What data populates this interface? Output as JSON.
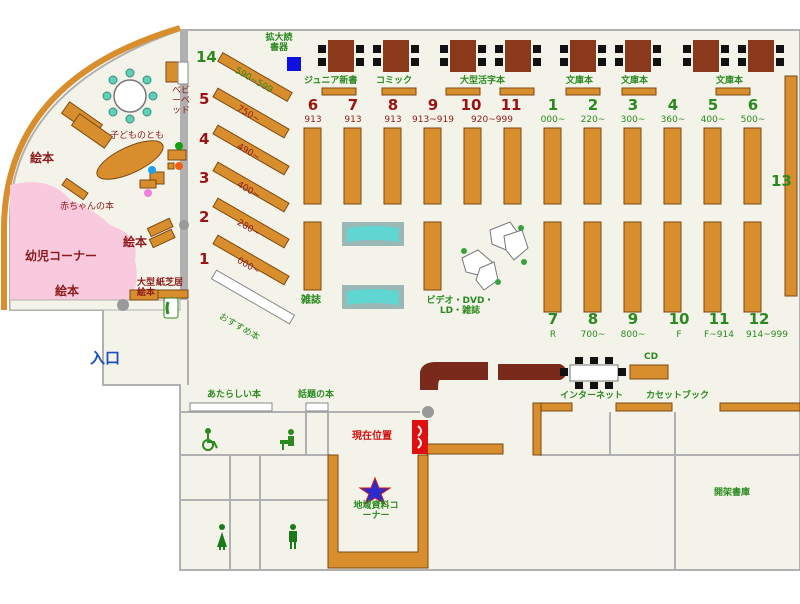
{
  "colors": {
    "floor": "#f4f3e9",
    "wall": "#b0b0b0",
    "shelf": "#d98e2e",
    "shelf_border": "#7a4a12",
    "kids_area": "#f9c9dd",
    "green_text": "#2a8a20",
    "red_text": "#8b1a1a",
    "blue_text": "#1a4fc0",
    "table_brown": "#8a3a1a",
    "water": "#5fd6d2",
    "current_pos": "#e01010",
    "star": "#2b2bd0"
  },
  "icons": {
    "wheelchair": "wheelchair-icon",
    "baby_care": "baby-care-icon",
    "phone": "phone-icon",
    "women": "women-toilet-icon",
    "men": "men-toilet-icon",
    "star": "star-icon",
    "enlarge": "enlarge-reader-icon"
  },
  "labels": {
    "entrance": "入口",
    "picture_books": "絵本",
    "picture_books_2": "絵本",
    "picture_books_3": "絵本",
    "toddler_corner": "幼児コーナー",
    "baby_books": "赤ちゃんの本",
    "children_table": "子どものとも",
    "baby_bed": "ベビーベッド",
    "large_picture_books": "大型絵本",
    "kamishibai": "紙芝居",
    "recommended": "おすすめ本",
    "magazines": "雑誌",
    "video": "ビデオ・DVD・LD・雑誌",
    "magnifier": "拡大読書器",
    "junior": "ジュニア新書",
    "comic": "コミック",
    "large_print": "大型活字本",
    "paperback_1": "文庫本",
    "paperback_2": "文庫本",
    "paperback_3": "文庫本",
    "cd": "CD",
    "internet": "インターネット",
    "cassette": "カセットブック",
    "new_books": "あたらしい本",
    "topic_books": "話題の本",
    "current_position": "現在位置",
    "local_materials": "地域資料コーナー",
    "open_stacks": "開架書庫"
  },
  "kids_shelves": [
    {
      "num": "14",
      "range": "590~599"
    },
    {
      "num": "5",
      "range": "750~"
    },
    {
      "num": "4",
      "range": "490~"
    },
    {
      "num": "3",
      "range": "400~"
    },
    {
      "num": "2",
      "range": "280~"
    },
    {
      "num": "1",
      "range": "000~"
    }
  ],
  "top_red": [
    {
      "num": "6",
      "range": "913"
    },
    {
      "num": "7",
      "range": "913"
    },
    {
      "num": "8",
      "range": "913"
    },
    {
      "num": "9",
      "range": "913~919"
    },
    {
      "num": "10",
      "range": "920~999"
    },
    {
      "num": "11",
      "range": ""
    }
  ],
  "top_green": [
    {
      "num": "1",
      "range": "000~"
    },
    {
      "num": "2",
      "range": "220~"
    },
    {
      "num": "3",
      "range": "300~"
    },
    {
      "num": "4",
      "range": "360~"
    },
    {
      "num": "5",
      "range": "400~"
    },
    {
      "num": "6",
      "range": "500~"
    }
  ],
  "side_green": {
    "num": "13"
  },
  "bottom_green": [
    {
      "num": "7",
      "range": "R"
    },
    {
      "num": "8",
      "range": "700~"
    },
    {
      "num": "9",
      "range": "800~"
    },
    {
      "num": "10",
      "range": "F"
    },
    {
      "num": "11",
      "range": "F~914"
    },
    {
      "num": "12",
      "range": "914~999"
    }
  ]
}
